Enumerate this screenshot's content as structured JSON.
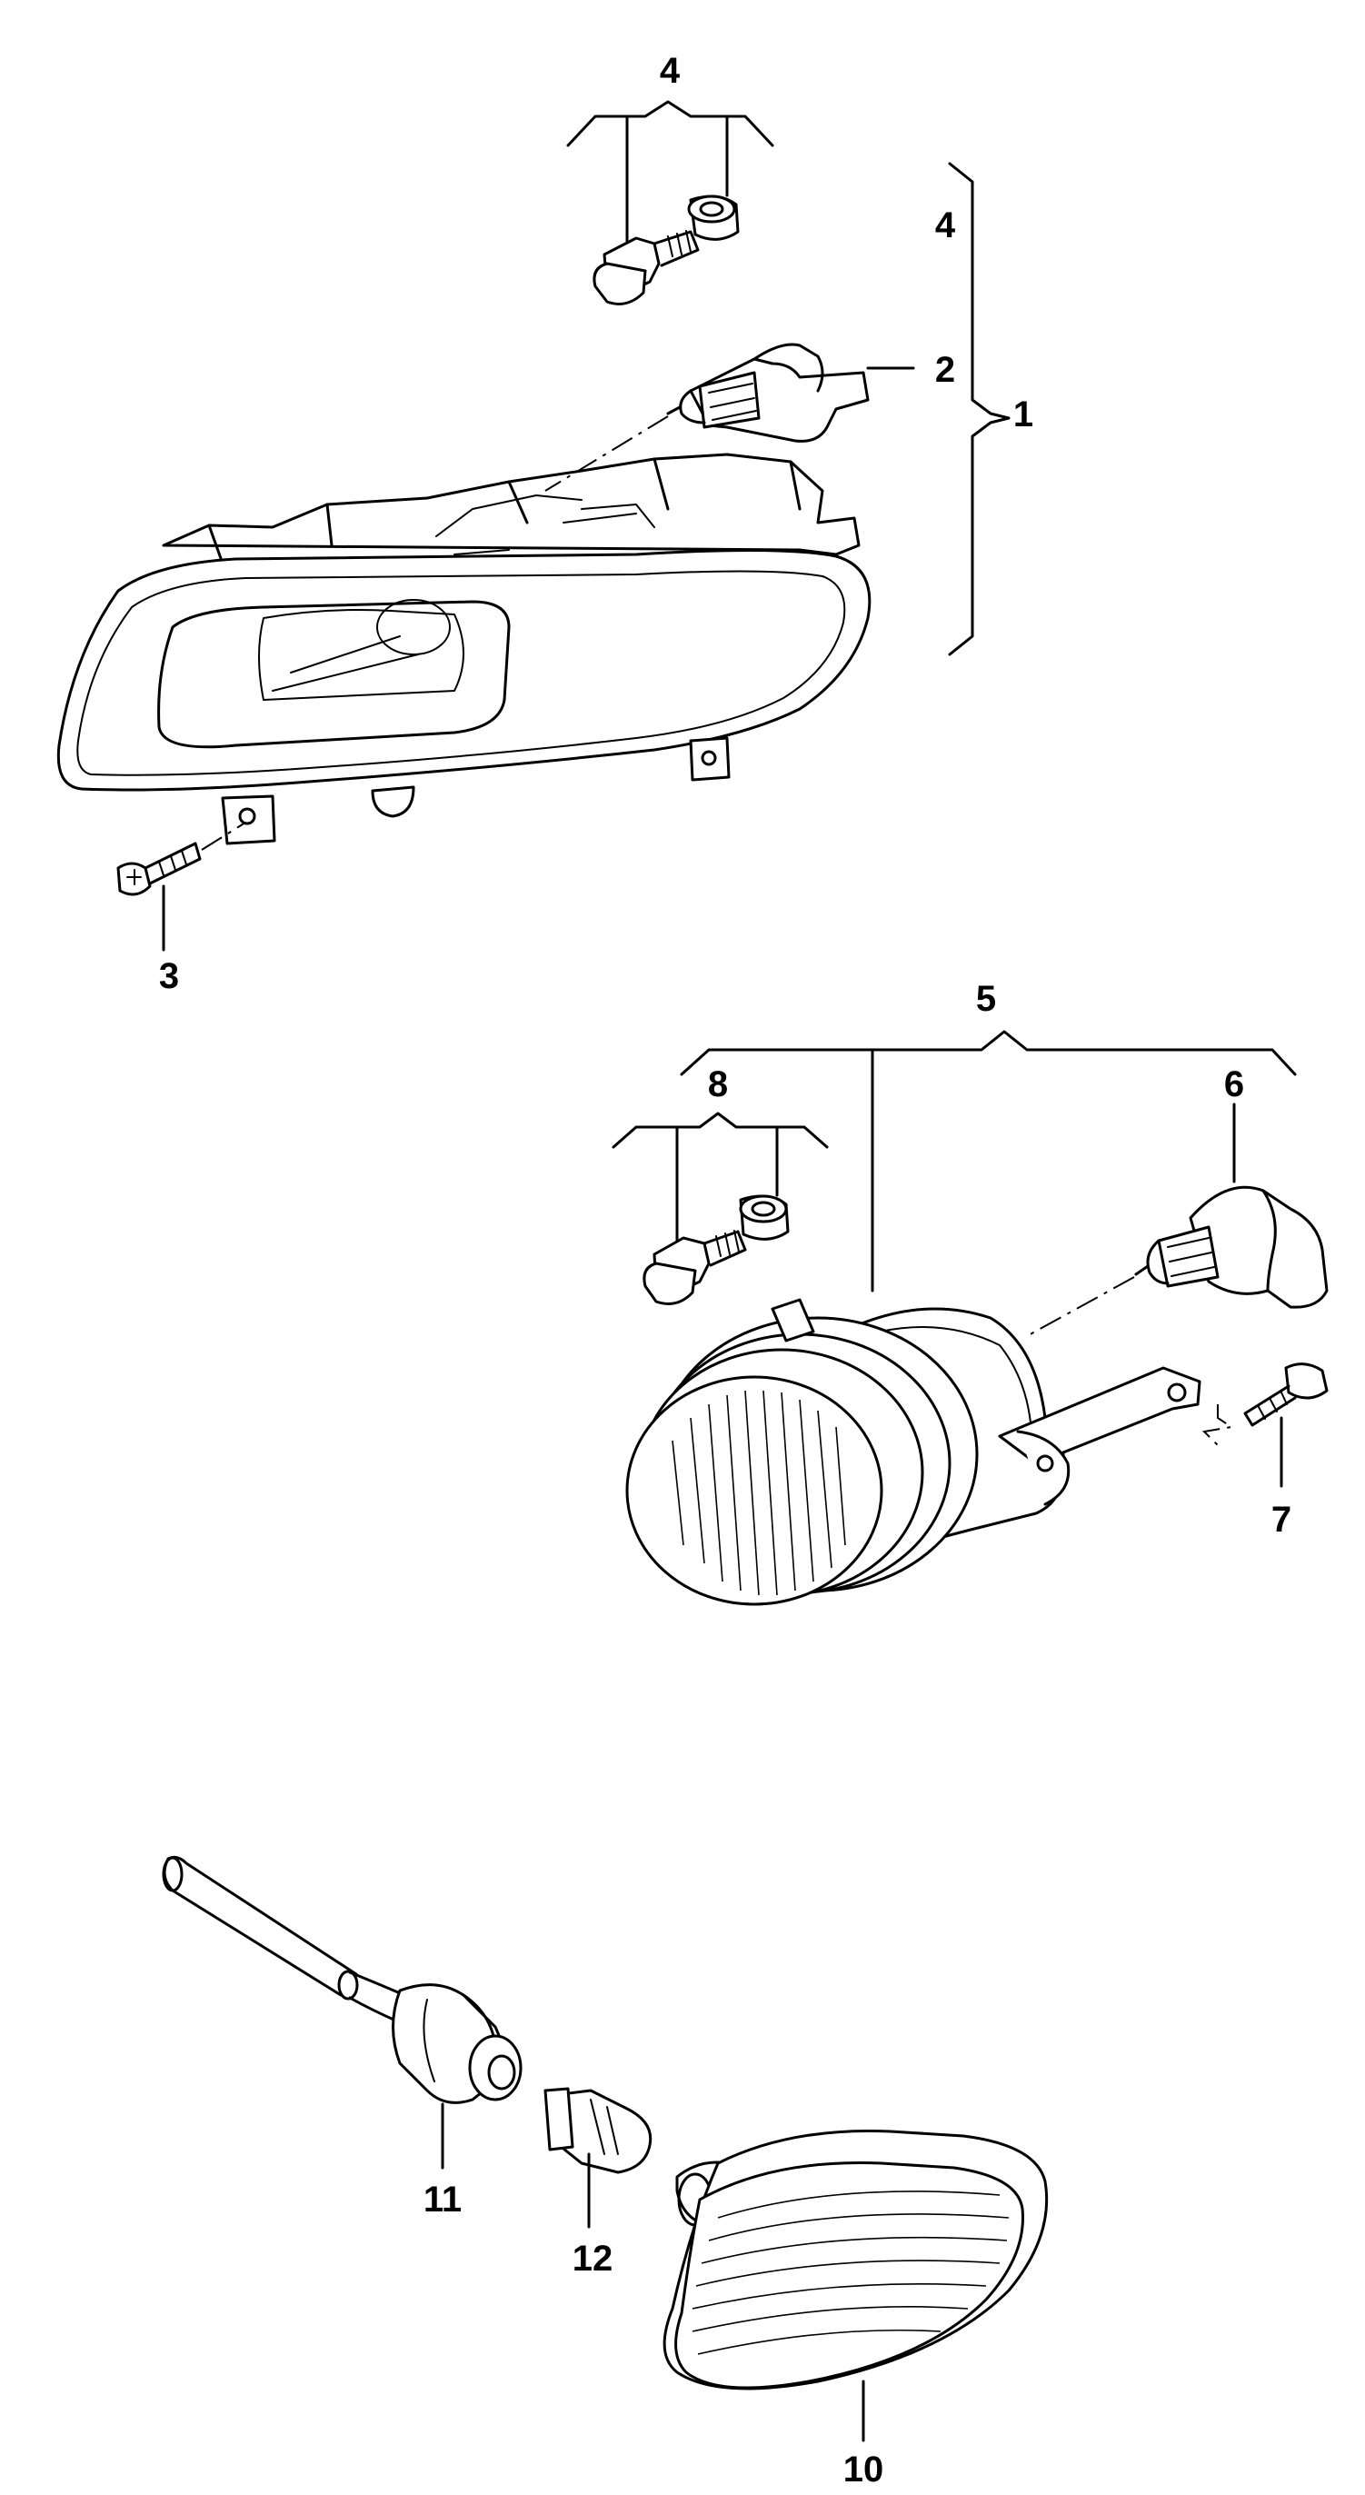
{
  "labels": {
    "l1": "1",
    "l2": "2",
    "l3": "3",
    "l4a": "4",
    "l4b": "4",
    "l5": "5",
    "l6": "6",
    "l7": "7",
    "l8": "8",
    "l10": "10",
    "l11": "11",
    "l12": "12"
  }
}
